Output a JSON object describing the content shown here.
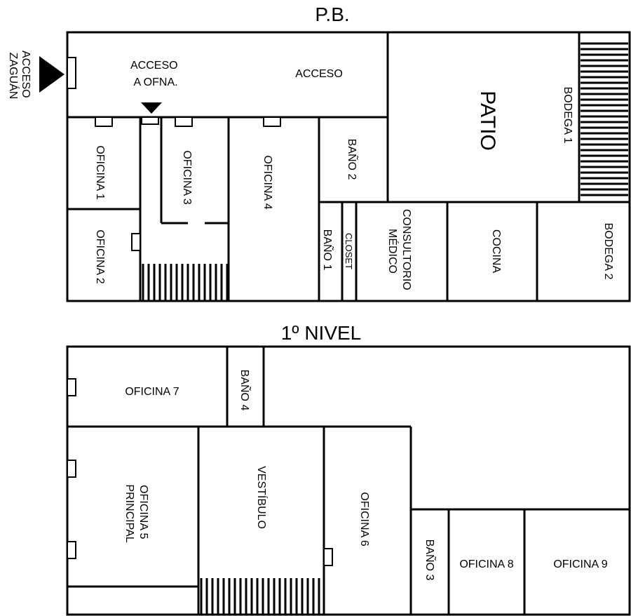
{
  "titles": {
    "ground": "P.B.",
    "upper": "1º NIVEL"
  },
  "ground_floor": {
    "acceso_zaguan": [
      "ACCESO",
      "ZAGUÁN"
    ],
    "acceso_ofna": [
      "ACCESO",
      "A OFNA."
    ],
    "acceso": "ACCESO",
    "patio": "PATIO",
    "bodega1": "BODEGA 1",
    "oficina1": "OFICINA 1",
    "oficina2": "OFICINA 2",
    "oficina3": "OFICINA 3",
    "oficina4": "OFICINA 4",
    "bano2": "BAÑO 2",
    "bano1": "BAÑO 1",
    "closet": "CLOSET",
    "consultorio": [
      "CONSULTORIO",
      "MÉDICO"
    ],
    "cocina": "COCINA",
    "bodega2": "BODEGA 2"
  },
  "upper_floor": {
    "oficina7": "OFICINA 7",
    "bano4": "BAÑO 4",
    "oficina5": [
      "OFICINA 5",
      "PRINCIPAL"
    ],
    "vestibulo": "VESTÍBULO",
    "oficina6": "OFICINA 6",
    "bano3": "BAÑO 3",
    "oficina8": "OFICINA 8",
    "oficina9": "OFICINA 9"
  }
}
